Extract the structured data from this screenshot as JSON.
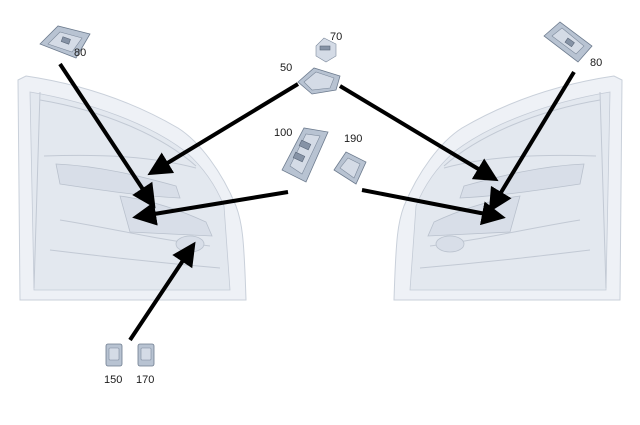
{
  "callouts": {
    "part_80_left": "80",
    "part_80_right": "80",
    "part_70": "70",
    "part_50": "50",
    "part_100": "100",
    "part_190": "190",
    "part_150": "150",
    "part_170": "170"
  },
  "colors": {
    "door_panel": "#eef1f6",
    "part_fill": "#b8c3d2",
    "leader_line": "#000000",
    "label_text": "#1a1a1a"
  }
}
